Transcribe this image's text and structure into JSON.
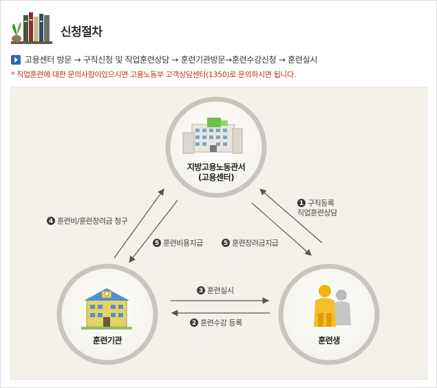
{
  "header": {
    "title": "신청절차"
  },
  "procedure": "고용센터 방문 → 구직신청 및 직업훈련상담 → 훈련기관방문→훈련수강신청 → 훈련실시",
  "note": "* 직업훈련에 대한 문의사항이있으시면 고용노동부 고객상담센터(1350)로 문의하시면 됩니다.",
  "nodes": {
    "center": {
      "label": "지방고용노동관서",
      "sublabel": "(고용센터)"
    },
    "institution": {
      "label": "훈련기관"
    },
    "trainee": {
      "label": "훈련생"
    }
  },
  "steps": [
    {
      "num": "1",
      "label": "구직등록"
    },
    {
      "num": "",
      "label": "직업훈련상담"
    },
    {
      "num": "2",
      "label": "훈련수강 등록"
    },
    {
      "num": "3",
      "label": "훈련실시"
    },
    {
      "num": "4",
      "label": "훈련비/훈련장려금 청구"
    },
    {
      "num": "5",
      "label": "훈련비용지급"
    },
    {
      "num": "5",
      "label": "훈련장려금지급"
    }
  ],
  "colors": {
    "accent_blue": "#2f67b1",
    "note_red": "#b3341b",
    "panel_bg": "#f3f1ea",
    "circle_ring": "#c9c5bb"
  }
}
